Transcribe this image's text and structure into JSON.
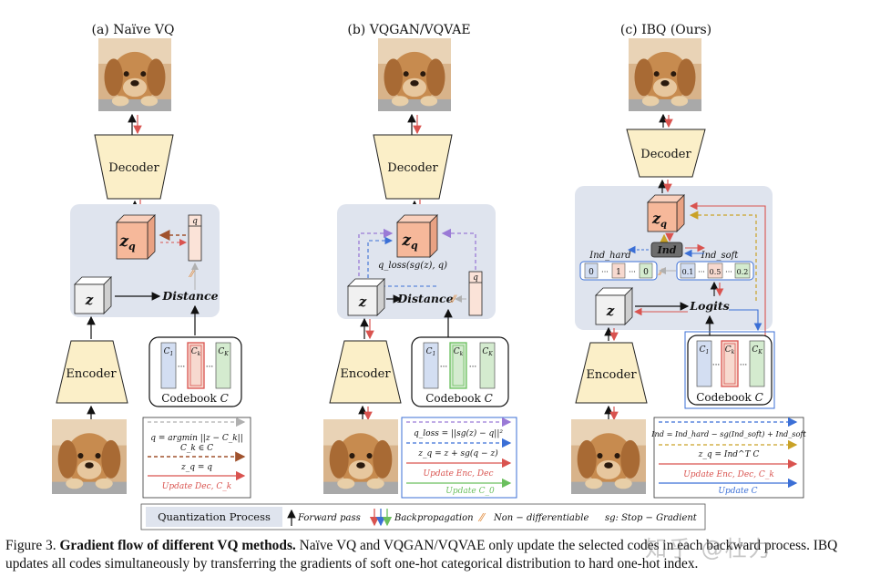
{
  "panels": {
    "a": {
      "title": "(a) Naïve VQ"
    },
    "b": {
      "title": "(b) VQGAN/VQVAE"
    },
    "c": {
      "title": "(c) IBQ (Ours)"
    }
  },
  "labels": {
    "decoder": "Decoder",
    "encoder": "Encoder",
    "codebook": "Codebook ",
    "codebook_c": "C",
    "distance": "Distance",
    "logits": "Logits",
    "z": "z",
    "zq": "z",
    "zq_sub": "q",
    "q": "q",
    "c1": "C",
    "c1_sub": "1",
    "ck": "C",
    "ck_sub": "k",
    "cK": "C",
    "cK_sub": "K",
    "dots": "···",
    "qloss": "q_loss(sg(z), q)",
    "ind": "Ind",
    "ind_hard": "Ind_hard",
    "ind_soft": "Ind_soft",
    "hard_vals": [
      "0",
      "1",
      "0"
    ],
    "soft_vals": [
      "0.1",
      "0.5",
      "0.2"
    ]
  },
  "legends": {
    "a": [
      "q = argmin ||z − C_k||",
      "C_k ∈ C",
      "z_q = q",
      "Update Dec, C_k"
    ],
    "b": [
      "q_loss = ||sg(z) − q||²",
      "z_q = z + sg(q − z)",
      "Update Enc, Dec",
      "Update C_0"
    ],
    "c": [
      "Ind = Ind_hard − sg(Ind_soft) + Ind_soft",
      "z_q = Ind^T C",
      "Update Enc, Dec, C_k",
      "Update C"
    ]
  },
  "bottom_legend": {
    "quantization": "Quantization Process",
    "forward": "Forward pass",
    "backprop": "Backpropagation",
    "nondiff": "Non − differentiable",
    "sg": "sg: Stop − Gradient"
  },
  "caption": {
    "prefix": "Figure 3.",
    "bold": "Gradient flow of different VQ methods.",
    "text": " Naïve VQ and VQGAN/VQVAE only update the selected codes in each backward process. IBQ updates all codes simultaneously by transferring the gradients of soft one-hot categorical distribution to hard one-hot index."
  },
  "watermark": "知乎 @杜力",
  "colors": {
    "quant_bg": "#dfe4ee",
    "trapezoid": "#fbefc8",
    "zq_face": "#f6b89a",
    "z_face": "#f1f1f1",
    "codebook_blue": "#d3def2",
    "codebook_pink": "#f7d9cf",
    "codebook_green": "#d4ebcf",
    "red": "#d9534f",
    "blue": "#3b6fd6",
    "green": "#6abf5e",
    "brown": "#a0522d",
    "gold": "#c9a227",
    "purple": "#9a7ad6",
    "gray_dash": "#b0b0b0"
  }
}
